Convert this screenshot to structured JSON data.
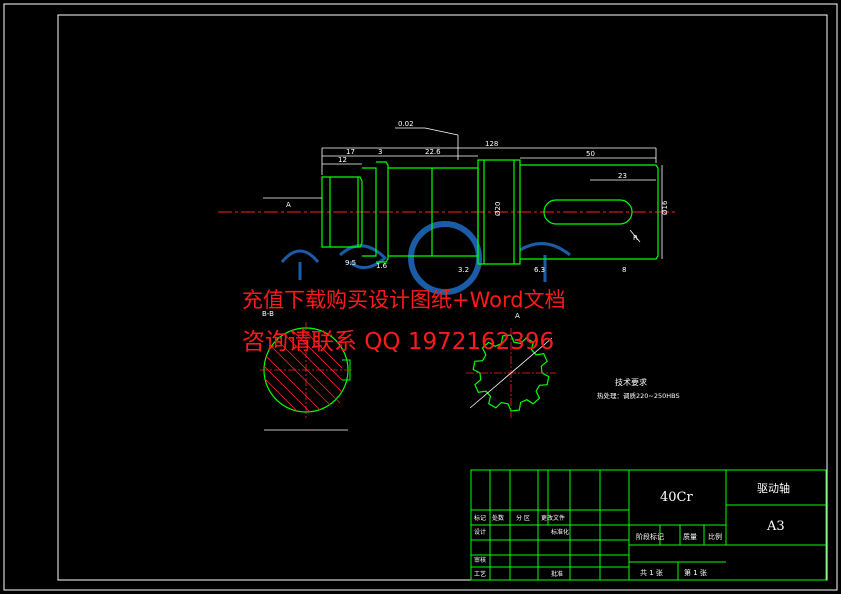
{
  "watermark": {
    "line1": "充值下载购买设计图纸+Word文档",
    "line2": "咨询请联系 QQ 1972162396"
  },
  "dimensions": {
    "overall_length": "128",
    "d17": "17",
    "d12": "12",
    "d3": "3",
    "d50": "50",
    "d23": "23",
    "d226": "22.6",
    "d95": "9.5",
    "d8": "8",
    "phi16": "Ø16",
    "phi20": "Ø20",
    "r_val": "R",
    "roughness_a": "1.6",
    "roughness_b": "3.2",
    "roughness_c": "6.3",
    "tolerance": "0.02"
  },
  "labels": {
    "section_bb": "B-B",
    "view_a": "A",
    "tech_req_title": "技术要求",
    "tech_req_1": "热处理：调质220~250HBS"
  },
  "title_block": {
    "material": "40Cr",
    "part_name": "驱动轴",
    "sheet_size": "A3",
    "mark": "标记",
    "count": "处数",
    "zone": "分 区",
    "change_doc": "更改文件",
    "design": "设计",
    "standard": "标准化",
    "stage_mark": "阶段标记",
    "weight": "质量",
    "scale": "比例",
    "review": "审核",
    "process": "工艺",
    "approve": "批准",
    "sheets_total": "共 1 张",
    "sheet_no": "第 1 张"
  },
  "colors": {
    "frame": "#ffffff",
    "outline": "#00ff00",
    "dimension": "#ffffff",
    "center": "#ff2020",
    "hatch": "#ff2020",
    "watermark": "#ff1a1a",
    "logo": "#1e66b8"
  }
}
